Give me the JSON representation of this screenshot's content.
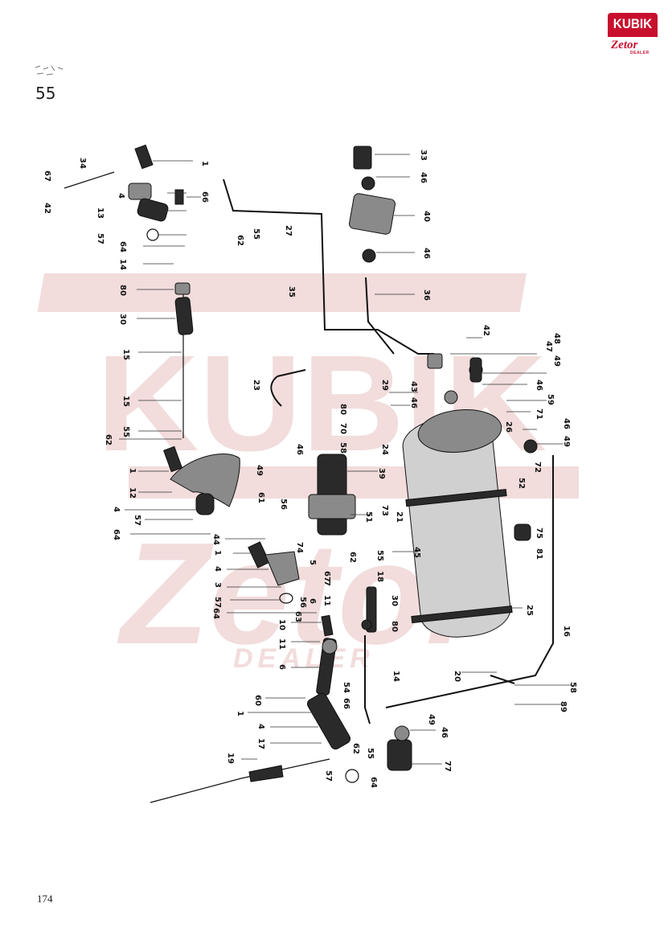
{
  "logo": {
    "top_text": "KUBIK",
    "brand_text": "Zetor",
    "sub_text": "DEALER"
  },
  "page": {
    "figure_number": "55",
    "page_number": "174"
  },
  "watermark": {
    "top_text": "KUBIK",
    "brand_text": "Zetor",
    "sub_text": "DEALER"
  },
  "colors": {
    "logo_red": "#c8102e",
    "watermark_tint": "#f2dcdc",
    "ink": "#111111"
  },
  "parts_labels": [
    "1",
    "34",
    "67",
    "4",
    "66",
    "13",
    "42",
    "57",
    "55",
    "27",
    "62",
    "64",
    "14",
    "80",
    "35",
    "30",
    "15",
    "23",
    "15",
    "55",
    "62",
    "1",
    "12",
    "4",
    "57",
    "64",
    "44",
    "1",
    "4",
    "3",
    "57",
    "64",
    "10",
    "11",
    "6",
    "60",
    "1",
    "4",
    "17",
    "19",
    "57",
    "64",
    "33",
    "46",
    "40",
    "46",
    "36",
    "42",
    "48",
    "47",
    "49",
    "46",
    "43",
    "46",
    "29",
    "80",
    "70",
    "58",
    "24",
    "46",
    "49",
    "39",
    "61",
    "56",
    "51",
    "73",
    "21",
    "55",
    "74",
    "5",
    "67",
    "7",
    "11",
    "6",
    "63",
    "56",
    "62",
    "18",
    "30",
    "80",
    "14",
    "54",
    "66",
    "55",
    "62",
    "49",
    "46",
    "77",
    "26",
    "71",
    "59",
    "46",
    "72",
    "49",
    "52",
    "75",
    "81",
    "45",
    "25",
    "16",
    "20",
    "58",
    "89"
  ]
}
